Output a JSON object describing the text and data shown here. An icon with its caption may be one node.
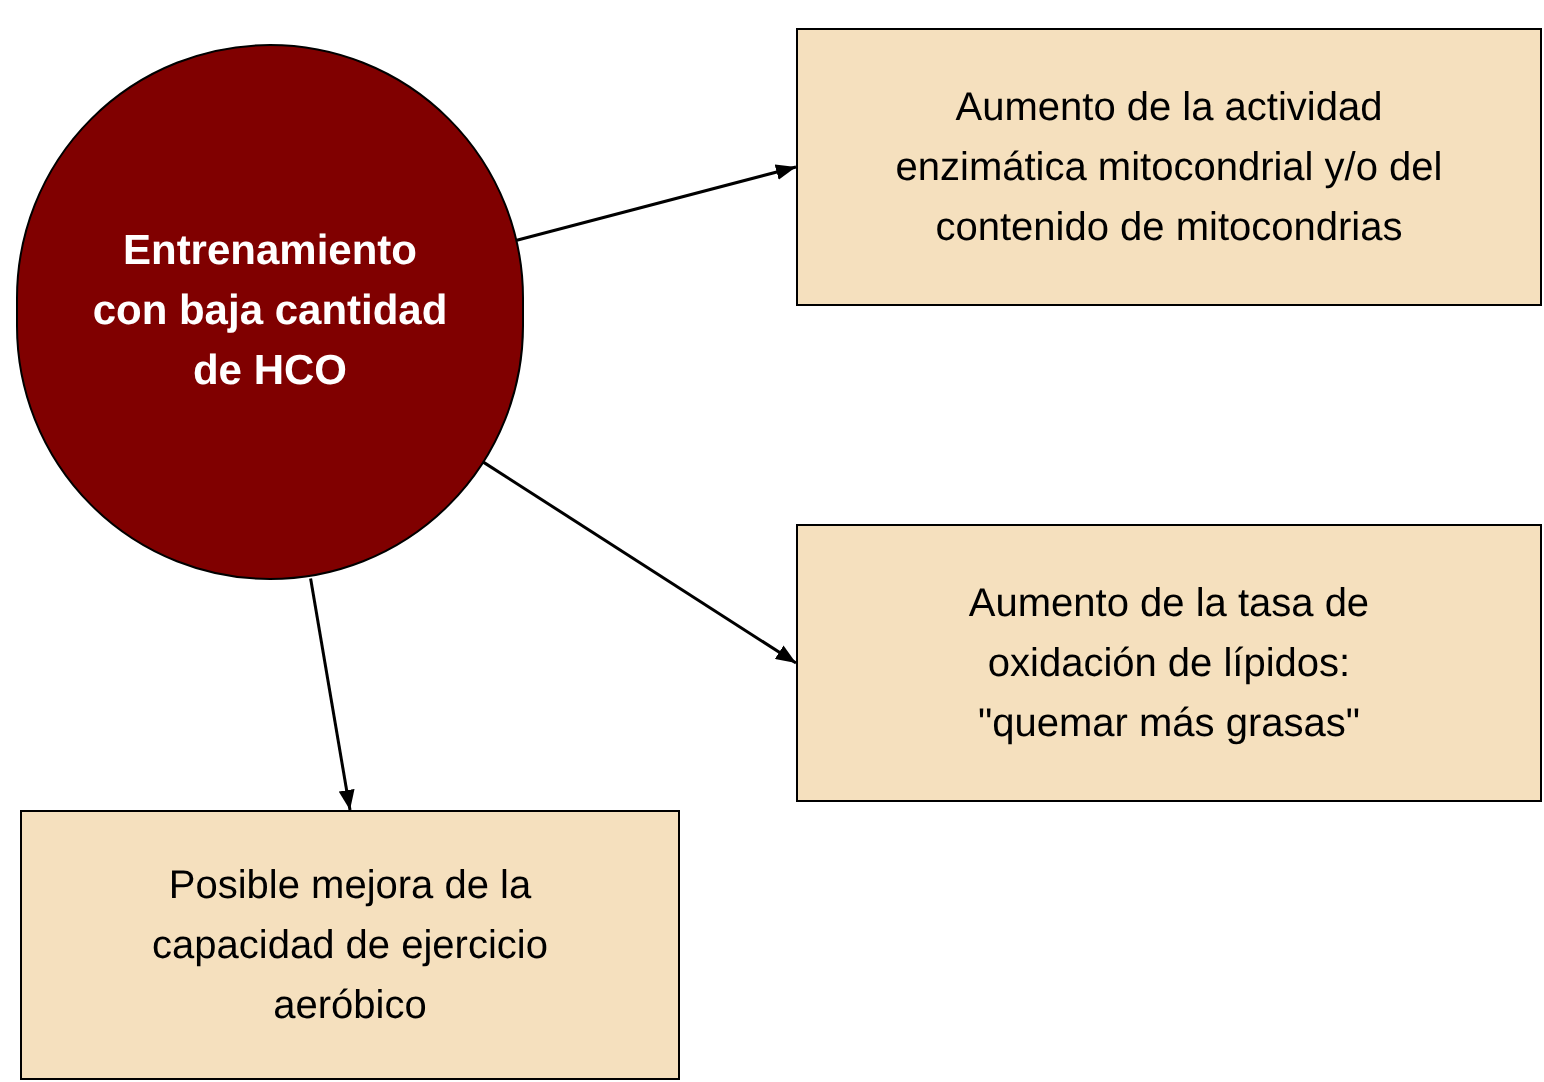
{
  "diagram": {
    "nodes": [
      {
        "text": [
          "Entrenamiento con baja cantidad de HCO"
        ]
      },
      {
        "text": [
          "Aumento de la actividad enzimática mitocondrial y/o del contenido de mitocondrias"
        ]
      },
      {
        "text": [
          "Aumento de la tasa de oxidación de lípidos: \"quemar más grasas\""
        ]
      },
      {
        "text": [
          "Posible mejora de la capacidad de ejercicio aeróbico"
        ]
      }
    ],
    "edges": [
      {
        "from": 0,
        "to": 1,
        "arrow": "to"
      },
      {
        "from": 0,
        "to": 2,
        "arrow": "to"
      },
      {
        "from": 0,
        "to": 3,
        "arrow": "to"
      }
    ]
  }
}
